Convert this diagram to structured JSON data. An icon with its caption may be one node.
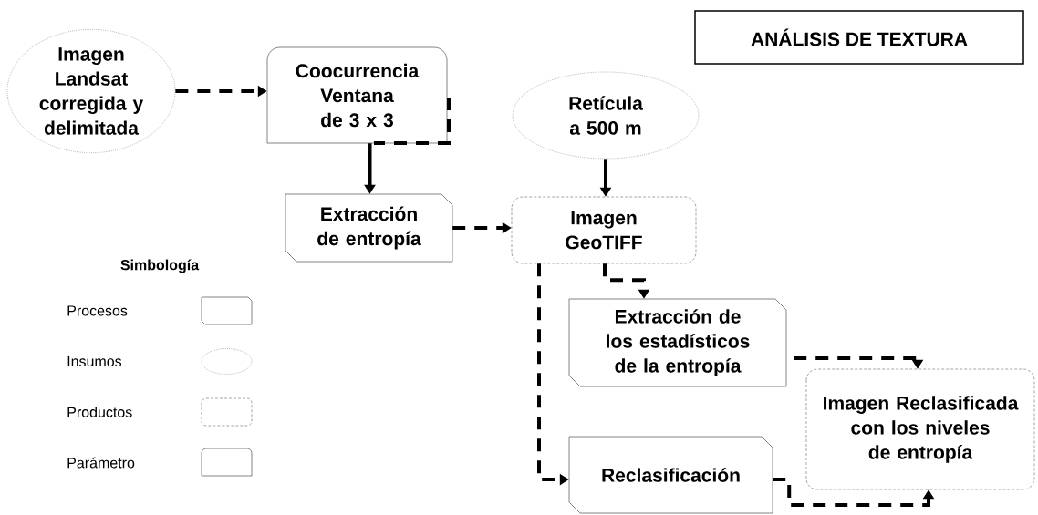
{
  "diagram": {
    "title": "ANÁLISIS DE TEXTURA",
    "nodes": [
      {
        "text": [
          "Imagen Landsat corregida y delimitada"
        ]
      },
      {
        "text": [
          "Coocurrencia Ventana de 3 x 3"
        ]
      },
      {
        "text": [
          "Retícula a 500 m"
        ]
      },
      {
        "text": [
          "Extracción de entropía"
        ]
      },
      {
        "text": [
          "Imagen GeoTIFF"
        ]
      },
      {
        "text": [
          "Extracción de los estadísticos de la entropía"
        ]
      },
      {
        "text": [
          "Imagen Reclasificada con los niveles de entropía"
        ]
      },
      {
        "text": [
          "Reclasificación"
        ]
      }
    ],
    "edges": [
      {
        "from": 0,
        "to": 1,
        "arrow": "to",
        "style": "dashed"
      },
      {
        "from": 1,
        "to": 3,
        "arrow": "to"
      },
      {
        "from": 3,
        "to": 4,
        "arrow": "to",
        "style": "dashed"
      },
      {
        "from": 2,
        "to": 4,
        "arrow": "to"
      },
      {
        "from": 4,
        "to": 5,
        "arrow": "to",
        "style": "dashed"
      },
      {
        "from": 4,
        "to": 7,
        "arrow": "to",
        "style": "dashed"
      },
      {
        "from": 5,
        "to": 6,
        "arrow": "to",
        "style": "dashed"
      },
      {
        "from": 7,
        "to": 6,
        "arrow": "to",
        "style": "dashed"
      }
    ],
    "labels": [
      "Simbología"
    ],
    "legend": [
      {
        "text": "Procesos"
      },
      {
        "text": "Insumos"
      },
      {
        "text": "Productos"
      },
      {
        "text": "Parámetro"
      }
    ]
  }
}
